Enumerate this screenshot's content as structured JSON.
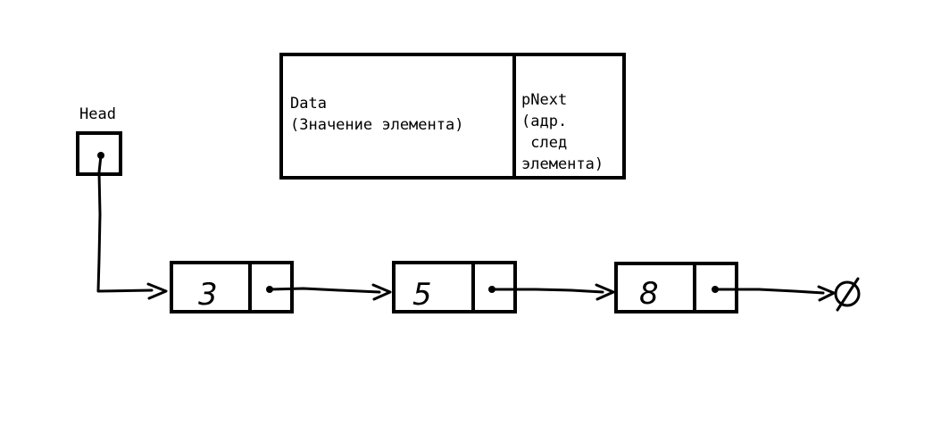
{
  "legend": {
    "data_label": "Data",
    "data_desc": "(Значение элемента)",
    "next_lines": [
      "pNext",
      "(адр.",
      " след",
      "элемента)"
    ]
  },
  "head": {
    "label": "Head"
  },
  "nodes": [
    {
      "value": "3"
    },
    {
      "value": "5"
    },
    {
      "value": "8"
    }
  ],
  "terminator": {
    "symbol": "Ø",
    "icon": "null-icon"
  }
}
